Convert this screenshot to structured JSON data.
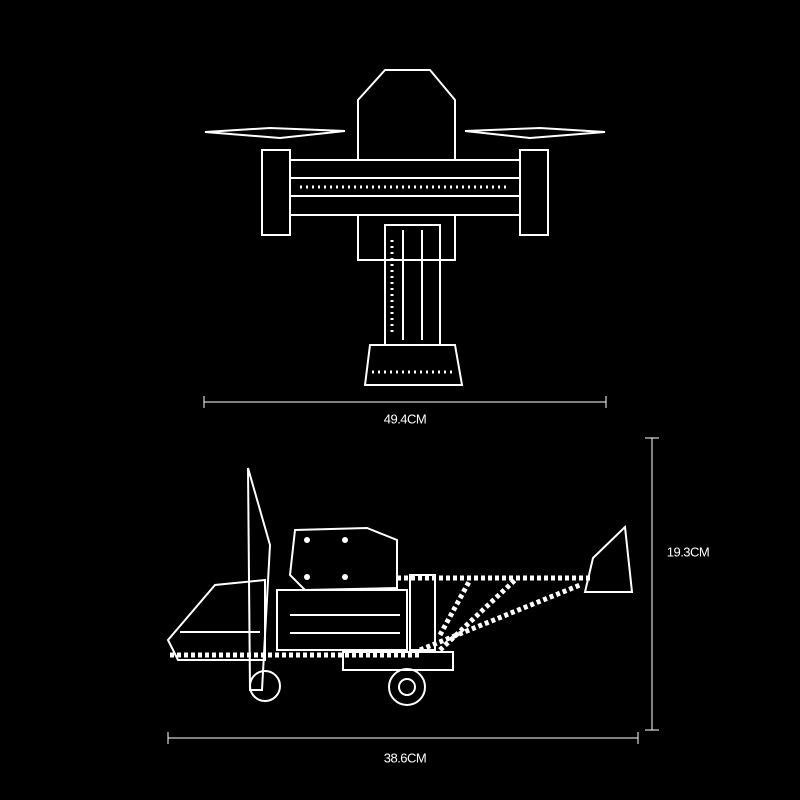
{
  "dimensions": {
    "top_width": "49.4CM",
    "side_length": "38.6CM",
    "side_height": "19.3CM"
  },
  "colors": {
    "background": "#000000",
    "line": "#ffffff"
  }
}
